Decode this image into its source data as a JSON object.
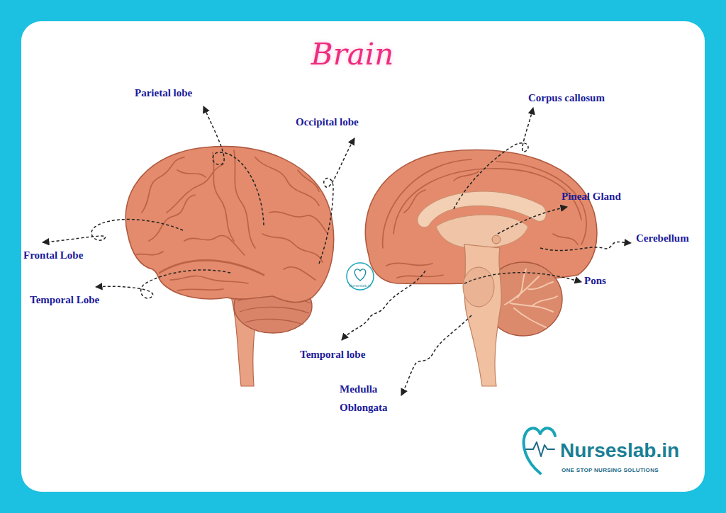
{
  "diagram": {
    "title": "Brain",
    "labels": [
      "Parietal lobe",
      "Occipital lobe",
      "Frontal Lobe",
      "Temporal Lobe",
      "Corpus callosum",
      "Pineal Gland",
      "Cerebellum",
      "Pons",
      "Temporal lobe",
      "Medulla Oblongata",
      "Nurseslab.in",
      "Nurseslab.in",
      "ONE STOP NURSING SOLUTIONS"
    ]
  }
}
